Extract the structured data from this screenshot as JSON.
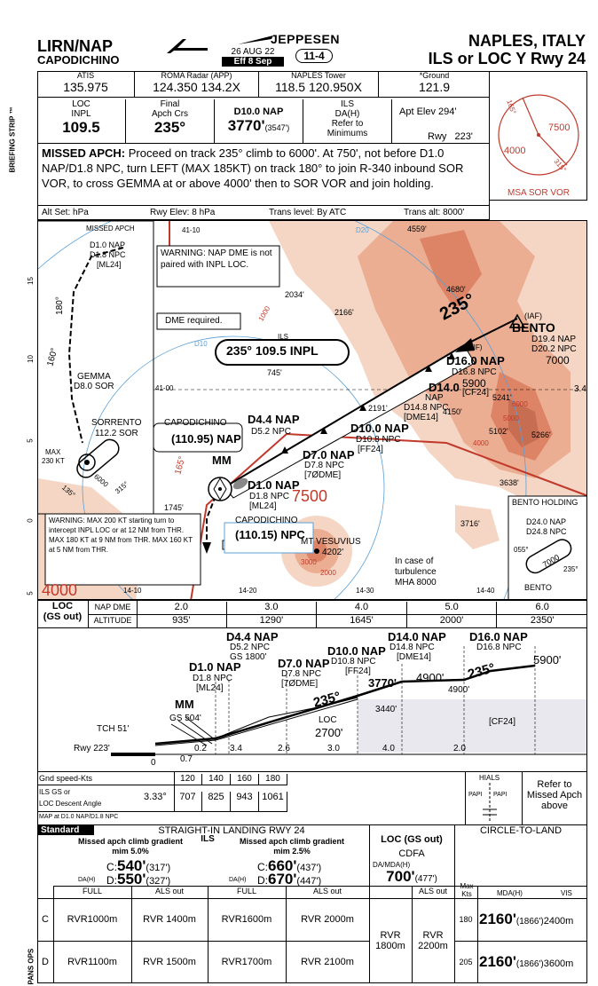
{
  "header": {
    "airport_code": "LIRN/NAP",
    "airport_name": "CAPODICHINO",
    "date": "26 AUG 22",
    "effective": "Eff 8 Sep",
    "chart_number": "11-4",
    "publisher": "JEPPESEN",
    "city": "NAPLES, ITALY",
    "procedure": "ILS or LOC Y Rwy 24"
  },
  "comms": [
    {
      "label": "ATIS",
      "value": "135.975"
    },
    {
      "label": "ROMA Radar (APP)",
      "value": "124.350  134.2X"
    },
    {
      "label": "NAPLES Tower",
      "value": "118.5  120.950X"
    },
    {
      "label": "*Ground",
      "value": "121.9"
    }
  ],
  "briefing_strip_label": "BRIEFING STRIP ™",
  "approach": {
    "loc_label1": "LOC",
    "loc_label2": "INPL",
    "loc_freq": "109.5",
    "crs_label1": "Final",
    "crs_label2": "Apch Crs",
    "crs_value": "235°",
    "fix_label": "D10.0 NAP",
    "fix_alt": "3770'",
    "fix_alt_h": "(3547')",
    "ils_label1": "ILS",
    "ils_label2": "DA(H)",
    "ils_label3": "Refer to",
    "ils_label4": "Minimums",
    "apt_elev_label": "Apt Elev",
    "apt_elev": "294'",
    "rwy_label": "Rwy",
    "rwy_elev": "223'"
  },
  "msa": {
    "label": "MSA SOR VOR",
    "alt_west": "4000",
    "alt_east": "7500",
    "bearing1": "165°",
    "bearing2": "315°"
  },
  "missed_apch": {
    "label": "MISSED APCH:",
    "text": "Proceed on track 235° climb to 6000'. At 750', not before D1.0 NAP/D1.8 NPC, turn LEFT (MAX 185KT) on track 180° to join R-340 inbound SOR VOR, to cross GEMMA at or above 4000' then to SOR VOR and join holding."
  },
  "alt_set": {
    "alt_set": "Alt Set: hPa",
    "rwy_elev": "Rwy Elev: 8 hPa",
    "trans_level": "Trans level: By ATC",
    "trans_alt": "Trans alt: 8000'"
  },
  "plan": {
    "missed_apch_label": "MISSED APCH",
    "d1_line1": "D1.0 NAP",
    "d1_line2": "D1.8 NPC",
    "d1_line3": "[ML24]",
    "gemma": "GEMMA",
    "gemma_dist": "D8.0 SOR",
    "sorrento": "SORRENTO",
    "sorrento_freq": "112.2 SOR",
    "max230": "MAX",
    "max230b": "230 KT",
    "hold_alt": "6000",
    "hold_in": "135°",
    "hold_out": "315°",
    "trk180": "180°",
    "trk160": "160°",
    "warning_dme": "WARNING: NAP DME is not paired with INPL LOC.",
    "dme_required": "DME required.",
    "loc_box": "235°  109.5 INPL",
    "ils_tag": "ILS",
    "capodichino_nap": "CAPODICHINO",
    "nap_freq": "(110.95) NAP",
    "capodichino_npc": "CAPODICHINO",
    "npc_freq": "(110.15) NPC",
    "mm": "MM",
    "d10_line1": "D1.0 NAP",
    "d10_line2": "D1.8 NPC",
    "d10_line3": "[ML24]",
    "d44_line1": "D4.4 NAP",
    "d44_line2": "D5.2 NPC",
    "d70_line1": "D7.0 NAP",
    "d70_line2": "D7.8 NPC",
    "d70_line3": "[7ØDME]",
    "d100_line1": "D10.0 NAP",
    "d100_line2": "D10.8 NPC",
    "d100_line3": "[FF24]",
    "d140_line1": "D14.0",
    "d140_line2": "NAP",
    "d140_line3": "D14.8 NPC",
    "d140_line4": "[DME14]",
    "d160_line1": "D16.0 NAP",
    "d160_line2": "D16.8 NPC",
    "d160_alt": "5900",
    "d160_cf": "[CF24]",
    "bento": "BENTO",
    "iaf": "(IAF)",
    "bento_d1": "D19.4 NAP",
    "bento_d2": "D20.2 NPC",
    "bento_alt": "7000",
    "if_tag": "(IF)",
    "trk235": "235°",
    "deg165": "165°",
    "alt7500": "7500",
    "alt4000": "4000",
    "vesuvius": "MT VESUVIUS",
    "vesuvius_elev": "4202'",
    "turb1": "In case of",
    "turb2": "turbulence",
    "turb3": "MHA 8000",
    "note_num": "3.4",
    "warning_spd": "WARNING: MAX 200 KT starting turn to intercept INPL LOC or at 12 NM from THR. MAX 180 KT at 9 NM from THR. MAX 160 KT at 5 NM from THR.",
    "bento_holding": "BENTO HOLDING",
    "bh_d1": "D24.0 NAP",
    "bh_d2": "D24.8 NPC",
    "bh_alt": "7000",
    "bh_in": "055°",
    "bh_out": "235°",
    "bh_fix": "BENTO",
    "peaks": [
      "4559'",
      "4680'",
      "2034'",
      "2166'",
      "745'",
      "2191'",
      "5241'",
      "4150'",
      "5102'",
      "5266'",
      "3638'",
      "3716'",
      "1745'"
    ],
    "contours": [
      "1000",
      "2000",
      "3000",
      "4000",
      "5000",
      "6000"
    ],
    "lat_labels": [
      "41-10",
      "41-00"
    ],
    "lon_labels": [
      "14-10",
      "14-20",
      "14-30",
      "14-40"
    ],
    "scale_labels": [
      "15",
      "10",
      "5",
      "0",
      "5"
    ],
    "d10": "D10",
    "d20": "D20"
  },
  "dme_table": {
    "header1": "LOC",
    "header2": "(GS out)",
    "row1_label": "NAP DME",
    "row2_label": "ALTITUDE",
    "dme": [
      "2.0",
      "3.0",
      "4.0",
      "5.0",
      "6.0"
    ],
    "alt": [
      "935'",
      "1290'",
      "1645'",
      "2000'",
      "2350'"
    ]
  },
  "profile": {
    "d44_1": "D4.4 NAP",
    "d44_2": "D5.2 NPC",
    "d44_3": "GS 1800'",
    "d10_1": "D1.0 NAP",
    "d10_2": "D1.8 NPC",
    "d10_3": "[ML24]",
    "d70_1": "D7.0 NAP",
    "d70_2": "D7.8 NPC",
    "d70_3": "[7ØDME]",
    "d100_1": "D10.0 NAP",
    "d100_2": "D10.8 NPC",
    "d100_3": "[FF24]",
    "d140_1": "D14.0 NAP",
    "d140_2": "D14.8 NPC",
    "d140_3": "[DME14]",
    "d160_1": "D16.0 NAP",
    "d160_2": "D16.8 NPC",
    "d160_alt": "5900'",
    "alt3770": "3770'",
    "alt4900": "4900'",
    "alt4900b": "4900'",
    "alt3440": "3440'",
    "alt2700": "2700'",
    "loc": "LOC",
    "mm": "MM",
    "gs504": "GS 504'",
    "tch": "TCH 51'",
    "rwy": "Rwy 223'",
    "trk235a": "235°",
    "trk235b": "235°",
    "cf24": "[CF24]",
    "dist": [
      "0",
      "0.7",
      "0.2",
      "3.4",
      "2.6",
      "3.0",
      "4.0",
      "2.0"
    ]
  },
  "speed_table": {
    "label1": "Gnd speed-Kts",
    "label2": "ILS GS or",
    "label3": "LOC Descent Angle",
    "label4": "MAP at D1.0 NAP/D1.8 NPC",
    "angle": "3.33°",
    "speeds": [
      "120",
      "140",
      "160",
      "180"
    ],
    "rates": [
      "707",
      "825",
      "943",
      "1061"
    ],
    "hials": "HIALS",
    "papi": "PAPI",
    "refer1": "Refer to",
    "refer2": "Missed Apch",
    "refer3": "above"
  },
  "minimums": {
    "standard": "Standard",
    "straight_in": "STRAIGHT-IN LANDING RWY 24",
    "ils": "ILS",
    "grad1": "Missed apch climb gradient",
    "grad1_min": "mim 5.0%",
    "grad2": "Missed apch climb gradient",
    "grad2_min": "mim 2.5%",
    "c1": "C:",
    "c1_val": "540'",
    "c1_h": "(317')",
    "d1": "D:",
    "d1_val": "550'",
    "d1_h": "(327')",
    "c2": "C:",
    "c2_val": "660'",
    "c2_h": "(437')",
    "d2": "D:",
    "d2_val": "670'",
    "d2_h": "(447')",
    "dah": "DA(H)",
    "loc_gs": "LOC (GS out)",
    "cdfa": "CDFA",
    "mda_label": "DA/MDA(H)",
    "loc_min": "700'",
    "loc_min_h": "(477')",
    "circle": "CIRCLE-TO-LAND",
    "full": "FULL",
    "als_out": "ALS out",
    "max_kts": "Max Kts",
    "mda_h": "MDA(H)",
    "vis": "VIS",
    "row_c": {
      "cat": "C",
      "v1": "RVR1000m",
      "v2": "RVR 1400m",
      "v3": "RVR1600m",
      "v4": "RVR 2000m",
      "kts": "180",
      "mda": "2160'",
      "mda_h": "(1866')",
      "vis": "2400m"
    },
    "row_d": {
      "cat": "D",
      "v1": "RVR1100m",
      "v2": "RVR 1500m",
      "v3": "RVR1700m",
      "v4": "RVR 2100m",
      "kts": "205",
      "mda": "2160'",
      "mda_h": "(1866')",
      "vis": "3600m"
    },
    "loc_rvr1": "RVR",
    "loc_rvr1b": "1800m",
    "loc_rvr2": "RVR",
    "loc_rvr2b": "2200m",
    "pans_ops": "PANS OPS"
  },
  "colors": {
    "terrain_light": "#f5d6c4",
    "terrain_mid": "#ecae92",
    "terrain_dark": "#dd8466",
    "red_line": "#c0392b",
    "blue": "#5aa0d8"
  }
}
